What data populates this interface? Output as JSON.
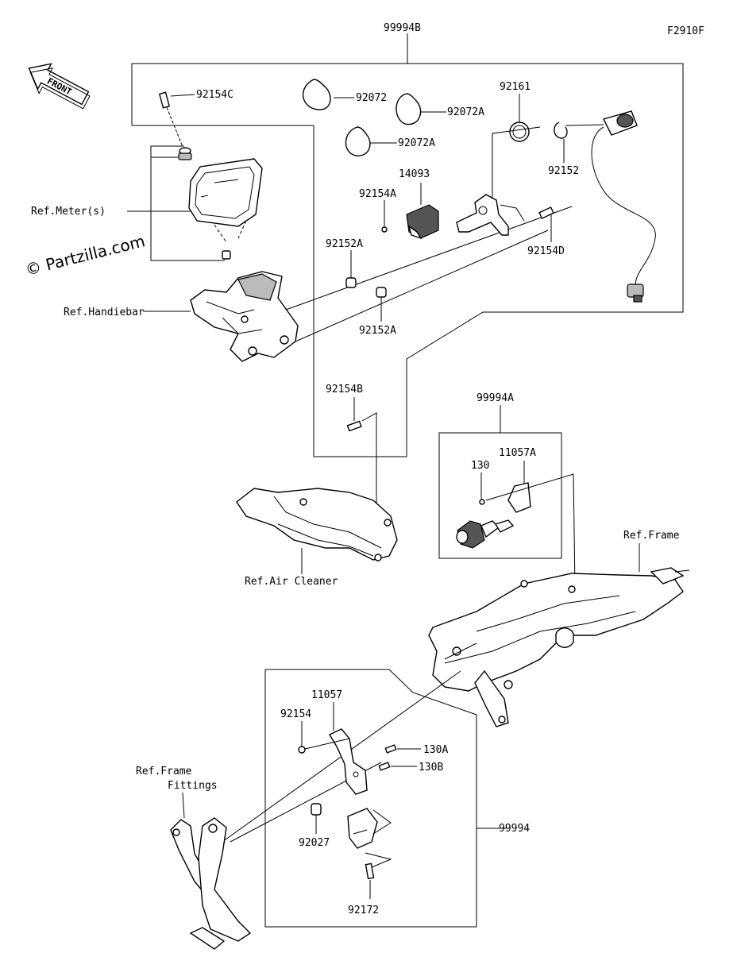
{
  "figure_id": "F2910F",
  "front_label": "FRONT",
  "watermark": "© Partzilla.com",
  "parts": {
    "p99994B": "99994B",
    "p92154C": "92154C",
    "p92072": "92072",
    "p92072A_1": "92072A",
    "p92072A_2": "92072A",
    "p92161": "92161",
    "p92152": "92152",
    "p14093": "14093",
    "p92154A": "92154A",
    "p92152A_1": "92152A",
    "p92152A_2": "92152A",
    "p92154D": "92154D",
    "p92154B": "92154B",
    "p99994A": "99994A",
    "p11057A": "11057A",
    "p130": "130",
    "p11057": "11057",
    "p92154": "92154",
    "p130A": "130A",
    "p130B": "130B",
    "p92027": "92027",
    "p99994": "99994",
    "p92172": "92172"
  },
  "refs": {
    "meter": "Ref.Meter(s)",
    "handlebar": "Ref.Handiebar",
    "air_cleaner": "Ref.Air Cleaner",
    "frame": "Ref.Frame",
    "frame_fittings_1": "Ref.Frame",
    "frame_fittings_2": "Fittings"
  }
}
